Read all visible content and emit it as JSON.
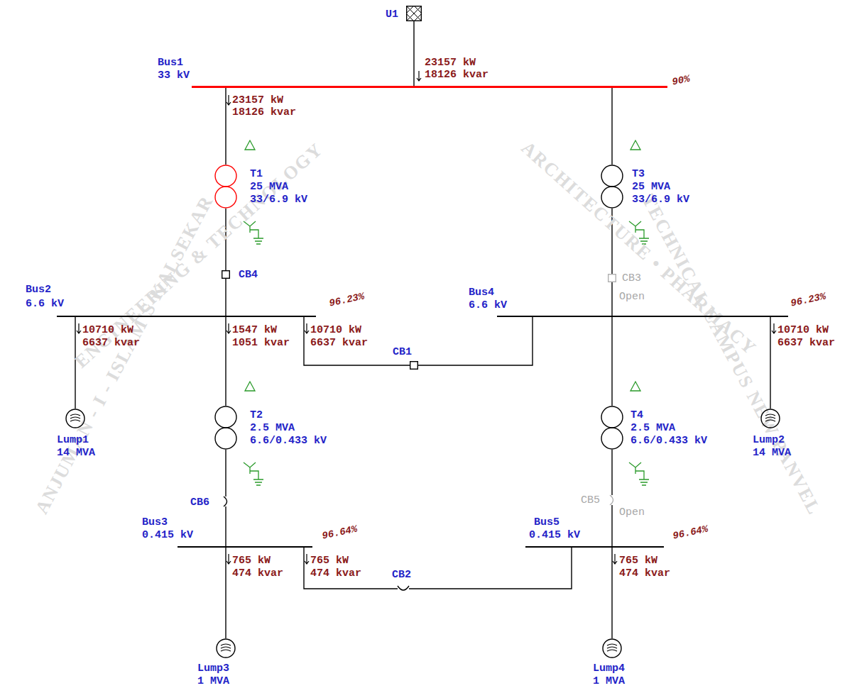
{
  "diagram": {
    "nodes": [
      {
        "text": [
          "U1"
        ]
      },
      {
        "text": [
          "Bus1",
          "33 kV"
        ]
      },
      {
        "text": [
          "T1",
          "25 MVA",
          "33/6.9 kV"
        ]
      },
      {
        "text": [
          "T3",
          "25 MVA",
          "33/6.9 kV"
        ]
      },
      {
        "text": [
          "CB4"
        ]
      },
      {
        "text": [
          "CB3",
          "Open"
        ]
      },
      {
        "text": [
          "Bus2",
          "6.6 kV"
        ]
      },
      {
        "text": [
          "Bus4",
          "6.6 kV"
        ]
      },
      {
        "text": [
          "CB1"
        ]
      },
      {
        "text": [
          "Lump1",
          "14 MVA"
        ]
      },
      {
        "text": [
          "T2",
          "2.5 MVA",
          "6.6/0.433 kV"
        ]
      },
      {
        "text": [
          "T4",
          "2.5 MVA",
          "6.6/0.433 kV"
        ]
      },
      {
        "text": [
          "Lump2",
          "14 MVA"
        ]
      },
      {
        "text": [
          "CB6"
        ]
      },
      {
        "text": [
          "CB5",
          "Open"
        ]
      },
      {
        "text": [
          "Bus3",
          "0.415 kV"
        ]
      },
      {
        "text": [
          "Bus5",
          "0.415 kV"
        ]
      },
      {
        "text": [
          "CB2"
        ]
      },
      {
        "text": [
          "Lump3",
          "1 MVA"
        ]
      },
      {
        "text": [
          "Lump4",
          "1 MVA"
        ]
      }
    ],
    "edges": [
      {
        "from": 0,
        "to": 1,
        "arrow": "none"
      },
      {
        "from": 1,
        "to": 2,
        "arrow": "none"
      },
      {
        "from": 1,
        "to": 3,
        "arrow": "none"
      },
      {
        "from": 2,
        "to": 4,
        "arrow": "none"
      },
      {
        "from": 4,
        "to": 6,
        "arrow": "none"
      },
      {
        "from": 3,
        "to": 5,
        "arrow": "none"
      },
      {
        "from": 5,
        "to": 7,
        "arrow": "none"
      },
      {
        "from": 6,
        "to": 9,
        "arrow": "none"
      },
      {
        "from": 6,
        "to": 10,
        "arrow": "none"
      },
      {
        "from": 6,
        "to": 8,
        "arrow": "none"
      },
      {
        "from": 8,
        "to": 7,
        "arrow": "none"
      },
      {
        "from": 7,
        "to": 12,
        "arrow": "none"
      },
      {
        "from": 7,
        "to": 11,
        "arrow": "none"
      },
      {
        "from": 10,
        "to": 13,
        "arrow": "none"
      },
      {
        "from": 13,
        "to": 15,
        "arrow": "none"
      },
      {
        "from": 11,
        "to": 14,
        "arrow": "none"
      },
      {
        "from": 14,
        "to": 16,
        "arrow": "none"
      },
      {
        "from": 15,
        "to": 18,
        "arrow": "none"
      },
      {
        "from": 15,
        "to": 17,
        "arrow": "none"
      },
      {
        "from": 17,
        "to": 16,
        "arrow": "none"
      },
      {
        "from": 16,
        "to": 19,
        "arrow": "none"
      }
    ],
    "labels": [
      "23157 kW",
      "18126 kvar",
      "23157 kW",
      "18126 kvar",
      "90%",
      "10710 kW",
      "6637 kvar",
      "1547 kW",
      "1051 kvar",
      "10710 kW",
      "6637 kvar",
      "96.23%",
      "96.23%",
      "10710 kW",
      "6637 kvar",
      "96.64%",
      "765 kW",
      "474 kvar",
      "765 kW",
      "474 kvar",
      "96.64%",
      "765 kW",
      "474 kvar",
      "ANJUMAN - I - ISLAM'S KALSEKAR",
      "TECHNICAL CAMPUS NEW PANVEL",
      "ENGINEERING & TECHNOLOGY",
      "ARCHITECTURE • PHARMACY"
    ]
  }
}
